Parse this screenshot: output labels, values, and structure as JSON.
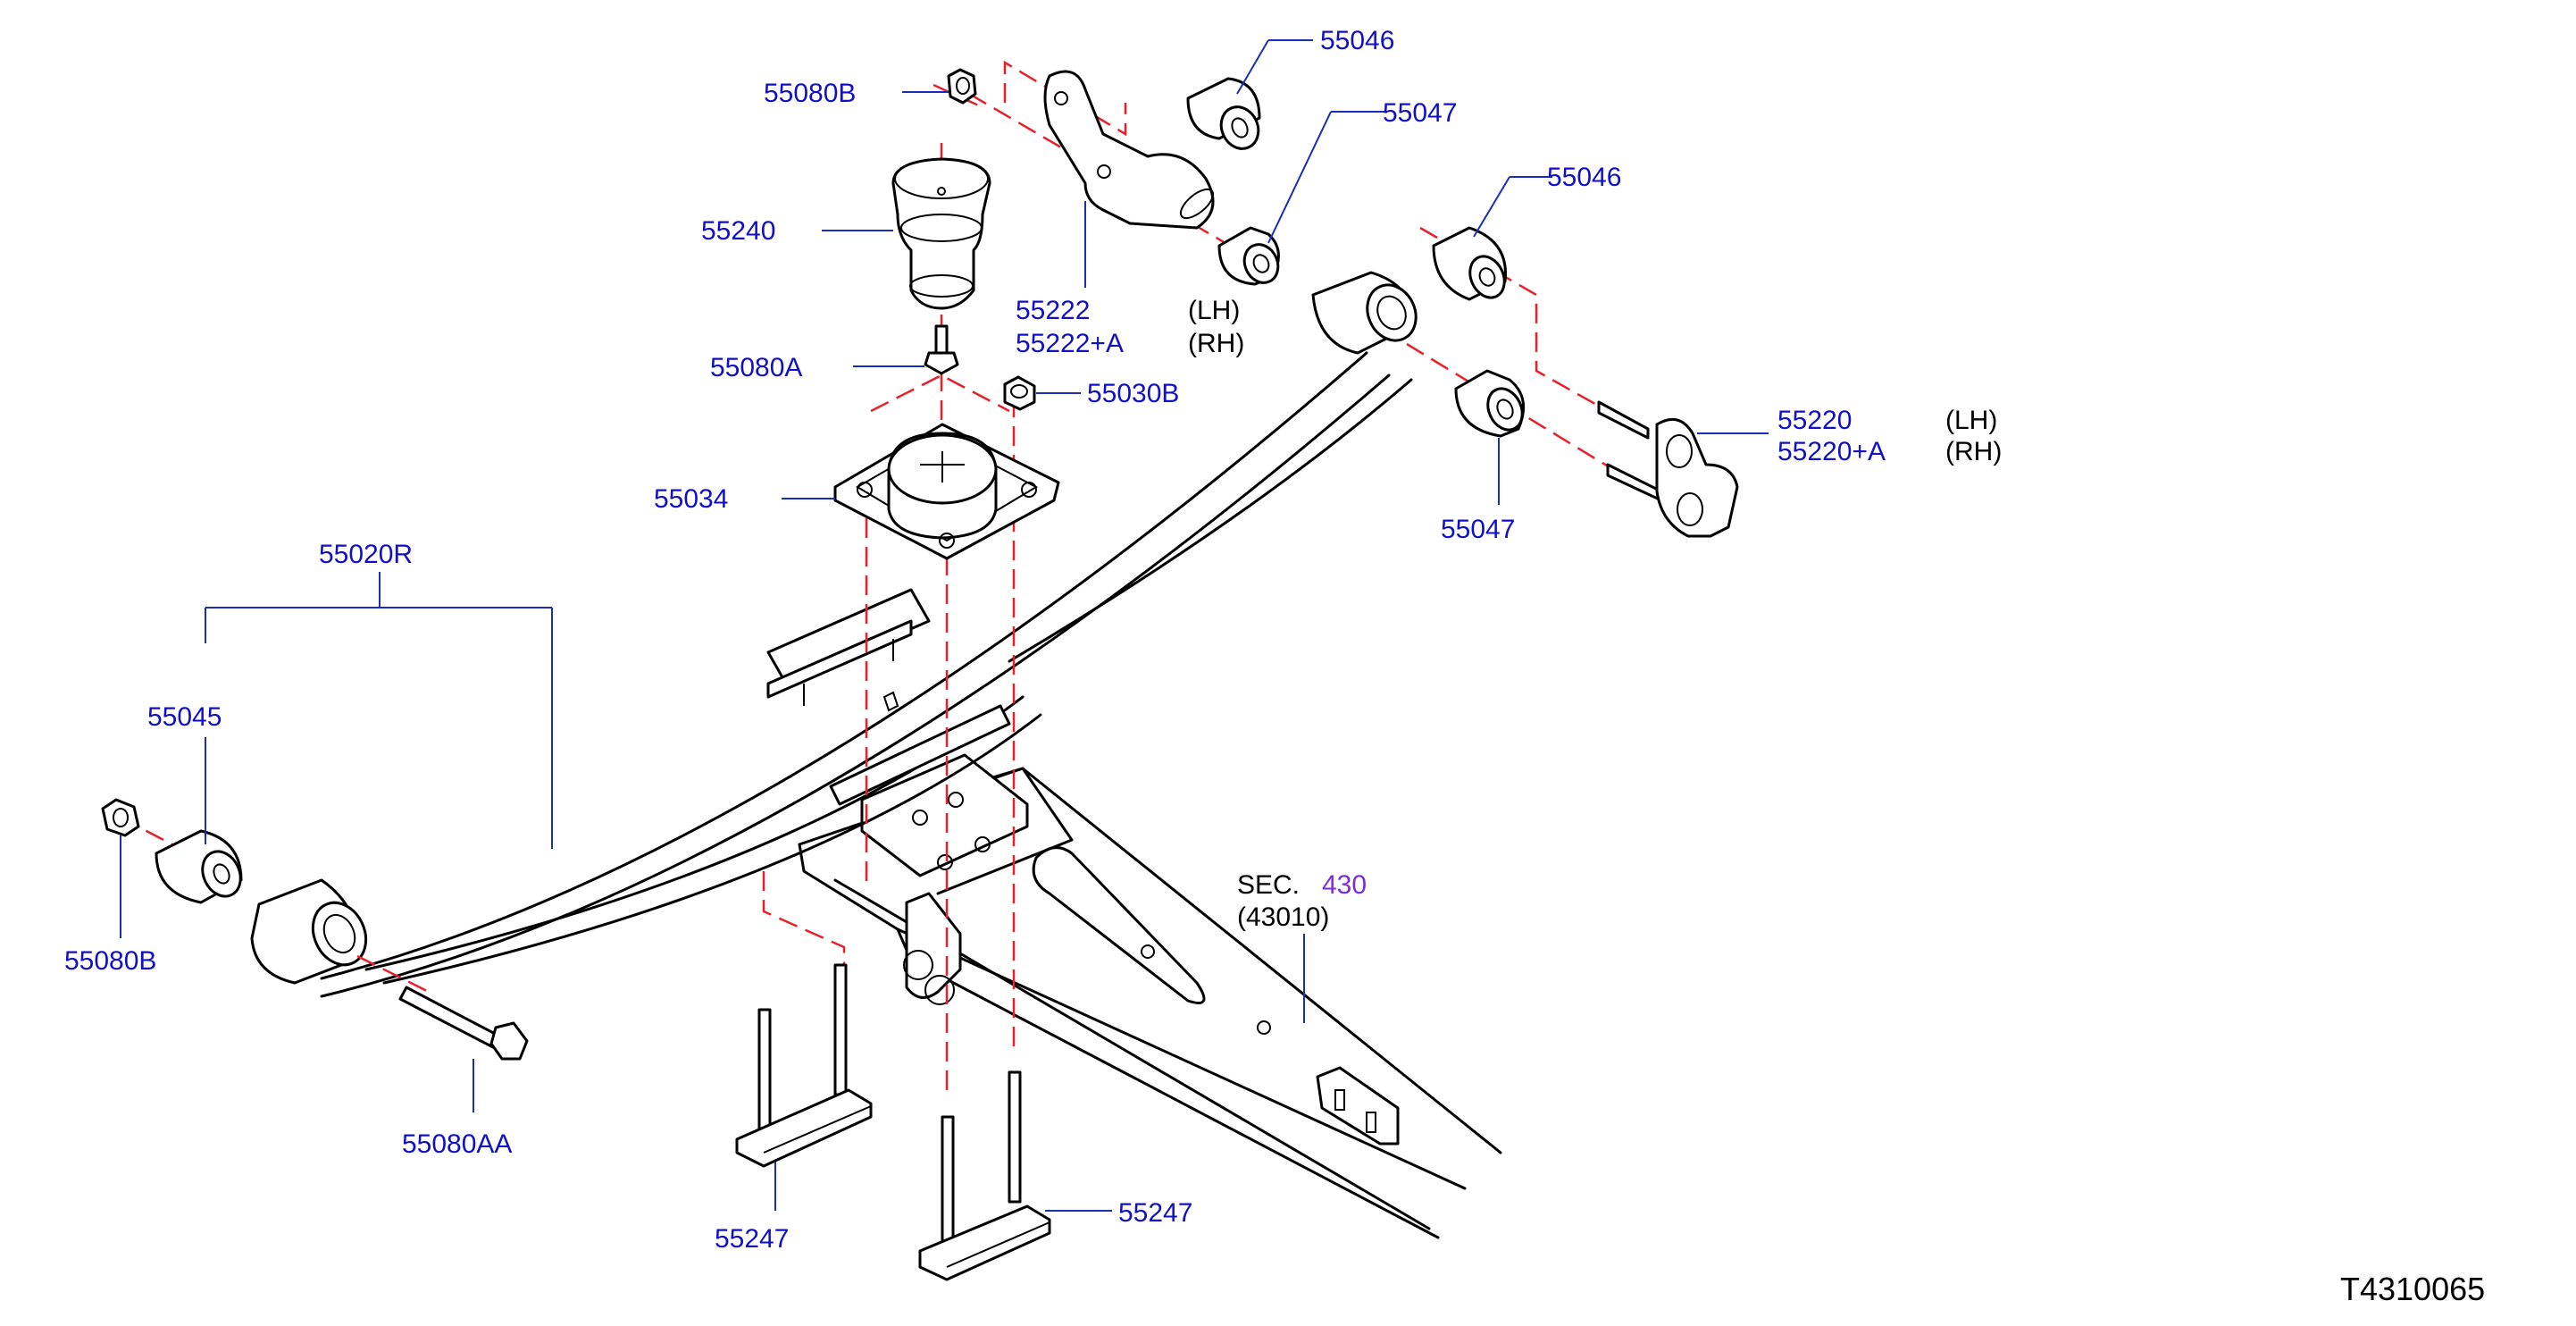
{
  "colors": {
    "label": "#1010c8",
    "link": "#7a2fd6",
    "text": "#000000",
    "leader": "#1a2db8",
    "centerline": "#e8202a"
  },
  "labels": {
    "p55046_top": "55046",
    "p55080B_top": "55080B",
    "p55047_top": "55047",
    "p55046_right": "55046",
    "p55240": "55240",
    "p55222": "55222",
    "p55222A": "55222+A",
    "lh_1": "(LH)",
    "rh_1": "(RH)",
    "p55080A": "55080A",
    "p55030B": "55030B",
    "p55220": "55220",
    "p55220A": "55220+A",
    "lh_2": "(LH)",
    "rh_2": "(RH)",
    "p55034": "55034",
    "p55047_right": "55047",
    "p55020R": "55020R",
    "p55045": "55045",
    "p55080B_left": "55080B",
    "p55080AA": "55080AA",
    "sec_prefix": "SEC.",
    "sec_link": "430",
    "sec_sub": "(43010)",
    "p55247_left": "55247",
    "p55247_right": "55247"
  },
  "diagram_code": "T4310065"
}
